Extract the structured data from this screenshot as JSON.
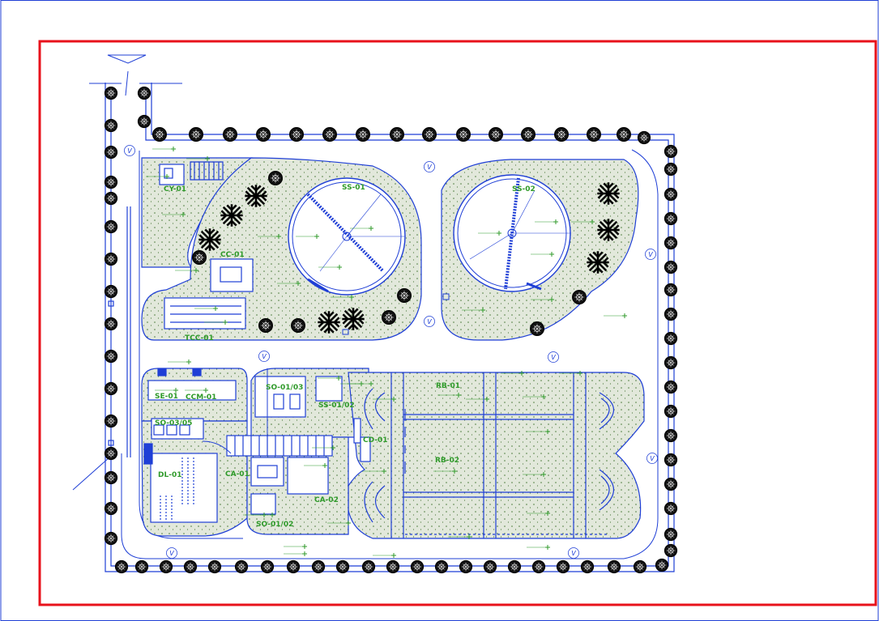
{
  "colors": {
    "frame": "#e8121b",
    "linework": "#1f3fd6",
    "annotation": "#2f9a2a",
    "landscape_fill": "#dfe6d6",
    "tree": "#111111"
  },
  "icons": [
    "tree-icon",
    "shrub-icon",
    "valve-marker-icon",
    "north-arrow-icon"
  ],
  "valve_symbol": "V",
  "units": {
    "ss01": "SS-01",
    "ss02": "SS-02",
    "cy01": "CY-01",
    "cc01": "CC-01",
    "tcc01": "TCC-01",
    "se01": "SE-01",
    "ccm01": "CCM-01",
    "so0103": "SO-01/03",
    "ss0102": "SS-01/02",
    "so0305": "SO-03/05",
    "dl01": "DL-01",
    "ca01": "CA-01",
    "ca02": "CA-02",
    "cd01": "CD-01",
    "so0102": "SO-01/02",
    "rb01": "RB-01",
    "rb02": "RB-02"
  }
}
